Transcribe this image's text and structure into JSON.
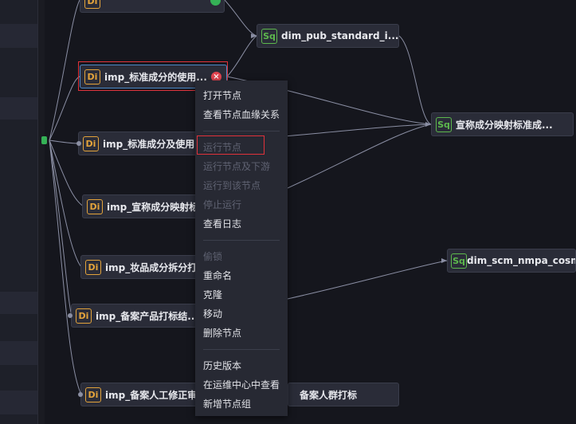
{
  "canvas": {
    "nodes": [
      {
        "id": "top_cut",
        "badge": "Di",
        "label": ""
      },
      {
        "id": "n1",
        "badge": "Di",
        "label": "imp_标准成分的使用...",
        "status": "error"
      },
      {
        "id": "n2",
        "badge": "Di",
        "label": "imp_标准成分及使用..."
      },
      {
        "id": "n3",
        "badge": "Di",
        "label": "imp_宣称成分映射标"
      },
      {
        "id": "n4",
        "badge": "Di",
        "label": "imp_妆品成分拆分打..."
      },
      {
        "id": "n5",
        "badge": "Di",
        "label": "imp_备案产品打标结..."
      },
      {
        "id": "n6",
        "badge": "Di",
        "label": "imp_备案人工修正审..."
      },
      {
        "id": "n7",
        "badge": "Sq",
        "label": "dim_pub_standard_i..."
      },
      {
        "id": "n8",
        "badge": "Sq",
        "label": "宣称成分映射标准成..."
      },
      {
        "id": "n9",
        "badge": "Sq",
        "label": "dim_scm_nmpa_cosme..."
      },
      {
        "id": "n10",
        "badge": "",
        "label": "备案人群打标"
      }
    ],
    "error_mark": "×"
  },
  "context_menu": {
    "groups": [
      [
        {
          "label": "打开节点",
          "enabled": true
        },
        {
          "label": "查看节点血缘关系",
          "enabled": true
        }
      ],
      [
        {
          "label": "运行节点",
          "enabled": false
        },
        {
          "label": "运行节点及下游",
          "enabled": false
        },
        {
          "label": "运行到该节点",
          "enabled": false
        },
        {
          "label": "停止运行",
          "enabled": false
        },
        {
          "label": "查看日志",
          "enabled": true
        }
      ],
      [
        {
          "label": "偷锁",
          "enabled": false
        },
        {
          "label": "重命名",
          "enabled": true
        },
        {
          "label": "克隆",
          "enabled": true
        },
        {
          "label": "移动",
          "enabled": true
        },
        {
          "label": "删除节点",
          "enabled": true
        }
      ],
      [
        {
          "label": "历史版本",
          "enabled": true
        },
        {
          "label": "在运维中心中查看",
          "enabled": true
        },
        {
          "label": "新增节点组",
          "enabled": true
        }
      ]
    ]
  },
  "colors": {
    "canvas_bg": "#15161d",
    "node_bg": "#2a2c38",
    "di_badge": "#e3a33b",
    "sq_badge": "#5db84d",
    "highlight": "#e0323a",
    "error": "#e04450",
    "success": "#35b156"
  }
}
